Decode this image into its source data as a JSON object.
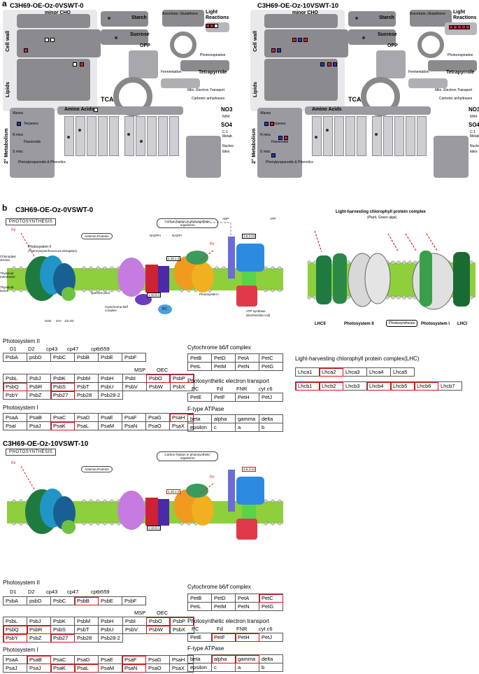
{
  "panel_a": {
    "letter": "a"
  },
  "panel_b": {
    "letter": "b"
  },
  "mapman_left": {
    "title": "C3H69-OE-Oz-0VSWT-0"
  },
  "mapman_right": {
    "title": "C3H69-OE-Oz-10VSWT-10"
  },
  "mapman_labels": {
    "minor_cho": "minor CHO",
    "starch": "Starch",
    "sucrose": "Sucrose",
    "asc": "Ascorbate, Glutathione",
    "light": "Light",
    "reactions": "Reactions",
    "opp": "OPP",
    "photoresp": "Photorespiration",
    "ferment": "Fermentation",
    "tetra": "Tetrapyrrole",
    "mito": "Mito. Electron Transport",
    "carbonic": "Carbonic anhydrases",
    "tca": "TCA",
    "cell_wall": "Cell wall",
    "lipids": "Lipids",
    "amino": "Amino Acids",
    "no3": "NO3",
    "nh4": "NH4",
    "so4": "SO4",
    "c1": "C-1",
    "metab": "Metab",
    "nucleo": "Nucleo-",
    "tides": "tides",
    "sec": "2° Metabolism",
    "waxes": "Waxes",
    "terpenes": "Terpenes",
    "nmisc": "N misc",
    "flavonoids": "Flavonoids",
    "smisc": "S misc",
    "phenyl": "Phenylpropanoids & Phenolics"
  },
  "kegg_top": {
    "title": "C3H69-OE-Oz-0VSWT-0",
    "map_label": "PHOTOSYNTHESIS"
  },
  "kegg_bottom": {
    "title": "C3H69-OE-Oz-10VSWT-10",
    "map_label": "PHOTOSYNTHESIS"
  },
  "lhc": {
    "title": "Light-harvesting chlorophyll protein complex",
    "subtitle": "(Plant, Green alga)",
    "labels": [
      "LHCII",
      "Photosystem II",
      "Photosynthesis",
      "Photosystem I",
      "LHCI"
    ]
  },
  "ps2_top": {
    "heading": "Photosystem II",
    "sublabels": [
      "D1",
      "D2",
      "cp43",
      "cp47",
      "cptb559"
    ],
    "oec_labels": [
      "MSP",
      "OEC"
    ],
    "rows": [
      [
        "PsbA",
        "psbD",
        "PsbC",
        "PsbB",
        "PsbE",
        "PsbF"
      ],
      [
        "PsbL",
        "PsbJ",
        "PsbK",
        "PsbM",
        "PsbH",
        "PsbI",
        "PsbO",
        "PsbP"
      ],
      [
        "PsbQ",
        "PsbR",
        "PsbS",
        "PsbT",
        "PsbU",
        "PsbV",
        "PsbW",
        "PsbX"
      ],
      [
        "PsbY",
        "PsbZ",
        "Psb27",
        "Psb28",
        "Psb28-2"
      ]
    ]
  },
  "ps1_top": {
    "heading": "Photosystem I",
    "rows": [
      [
        "PsaA",
        "PsaB",
        "PsaC",
        "PsaD",
        "PsaE",
        "PsaF",
        "PsaG",
        "PsaH"
      ],
      [
        "PsaI",
        "PsaJ",
        "PsaK",
        "PsaL",
        "PsaM",
        "PsaN",
        "PsaO",
        "PsaX"
      ]
    ]
  },
  "cytb6f_top": {
    "heading": "Cytochrome b6/f complex",
    "rows": [
      [
        "PetB",
        "PetD",
        "PetA",
        "PetC"
      ],
      [
        "PetL",
        "PetM",
        "PetN",
        "PetG"
      ]
    ]
  },
  "pet_top": {
    "heading": "Photosynthetic electron transport",
    "sublabels": [
      "PC",
      "Fd",
      "FNR",
      "cyt c6"
    ],
    "rows": [
      [
        "PetE",
        "PetF",
        "PetH",
        "PetJ"
      ]
    ]
  },
  "atp_top": {
    "heading": "F-type ATPase",
    "rows": [
      [
        "beta",
        "alpha",
        "gamma",
        "delta"
      ],
      [
        "epsilon",
        "c",
        "a",
        "b"
      ]
    ]
  },
  "lhc_table": {
    "heading": "Light-harvesting chlorophyll protein complex(LHC)",
    "rows": [
      [
        "Lhca1",
        "Lhca2",
        "Lhca3",
        "Lhca4",
        "Lhca5"
      ],
      [
        "Lhcb1",
        "Lhcb2",
        "Lhcb3",
        "Lhcb4",
        "Lhcb5",
        "Lhcb6",
        "Lhcb7"
      ]
    ]
  },
  "ps2_bot": {
    "heading": "Photosystem II",
    "sublabels": [
      "D1",
      "D2",
      "cp43",
      "cp47",
      "cptb559"
    ],
    "oec_labels": [
      "MSP",
      "OEC"
    ],
    "rows": [
      [
        "PsbA",
        "psbD",
        "PsbC",
        "PsbB",
        "PsbE",
        "PsbF"
      ],
      [
        "PsbL",
        "PsbJ",
        "PsbK",
        "PsbM",
        "PsbH",
        "PsbI",
        "PsbO",
        "PsbP"
      ],
      [
        "PsbQ",
        "PsbR",
        "PsbS",
        "PsbT",
        "PsbU",
        "PsbV",
        "PsbW",
        "PsbX"
      ],
      [
        "PsbY",
        "PsbZ",
        "Psb27",
        "Psb28",
        "Psb28-2"
      ]
    ]
  },
  "ps1_bot": {
    "heading": "Photosystem I",
    "rows": [
      [
        "PsaA",
        "PsaB",
        "PsaC",
        "PsaD",
        "PsaE",
        "PsaF",
        "PsaG",
        "PsaH"
      ],
      [
        "PsaJ",
        "PsaJ",
        "PsaK",
        "PsaL",
        "PsaM",
        "PsaN",
        "PsaO",
        "PsaX"
      ]
    ]
  },
  "cytb6f_bot": {
    "heading": "Cytochrome b6/f complex",
    "rows": [
      [
        "PetB",
        "PetD",
        "PetA",
        "PetC"
      ],
      [
        "PetL",
        "PetM",
        "PetN",
        "PetG"
      ]
    ]
  },
  "pet_bot": {
    "heading": "Photosynthetic electron transport",
    "sublabels": [
      "PC",
      "Fd",
      "FNR",
      "cyt c6"
    ],
    "rows": [
      [
        "PetE",
        "PetF",
        "PetH",
        "PetJ"
      ]
    ]
  },
  "atp_bot": {
    "heading": "F-type ATPase",
    "rows": [
      [
        "beta",
        "alpha",
        "gamma",
        "delta"
      ],
      [
        "epsilon",
        "c",
        "a",
        "b"
      ]
    ]
  },
  "kegg_labels": {
    "ps2": "Photosystem II",
    "thermo": "(Thermosynechococcus elongatus)",
    "ps1": "Photosystem I",
    "chloroplast": "Chloroplast stroma",
    "thylakoid_membrane": "Thylakoid membrane",
    "thylakoid_lumen": "Thylakoid lumen",
    "antenna": "Antenna Proteins",
    "carbon": "Carbon fixation in photosynthetic organisms",
    "nadph": "NADPH",
    "nadp": "NADP+",
    "adp": "ADP",
    "atp": "ATP",
    "atp_synthase": "ATP synthase",
    "ecoli": "(Escherichia coli)",
    "cyt": "Cytochrome b6/f complex",
    "quinone": "Quinone pool",
    "pc": "PC",
    "hv": "hv",
    "ec1": "1.18.1.2",
    "ec2": "1.10.9.1",
    "ec3": "3.6.3.14",
    "h2o": "H2O",
    "o2": "1/2 O2",
    "h": "2H+",
    "ferredoxin": "Fd"
  },
  "highlights": {
    "top": [
      "PsbO",
      "PsbP",
      "PsbQ",
      "PsbS",
      "Psb27",
      "PsaH",
      "PsaK"
    ],
    "bottom": [
      "PsbB",
      "PsbO",
      "PsbP",
      "PsbQ",
      "PsbR",
      "PsbW",
      "PsbY",
      "Psb27",
      "PsaB",
      "PsaF",
      "PsaK",
      "PsaL",
      "PsaN",
      "PetC",
      "PetF",
      "PetH",
      "alpha",
      "gamma"
    ],
    "lhc": [
      "Lhca2",
      "Lhcb1",
      "Lhcb2",
      "Lhcb4",
      "Lhcb5",
      "Lhcb6"
    ]
  },
  "colors": {
    "highlight": "#d11111",
    "membrane": "#8ecf3c",
    "up": "#c0283a",
    "down": "#2a35b4"
  }
}
